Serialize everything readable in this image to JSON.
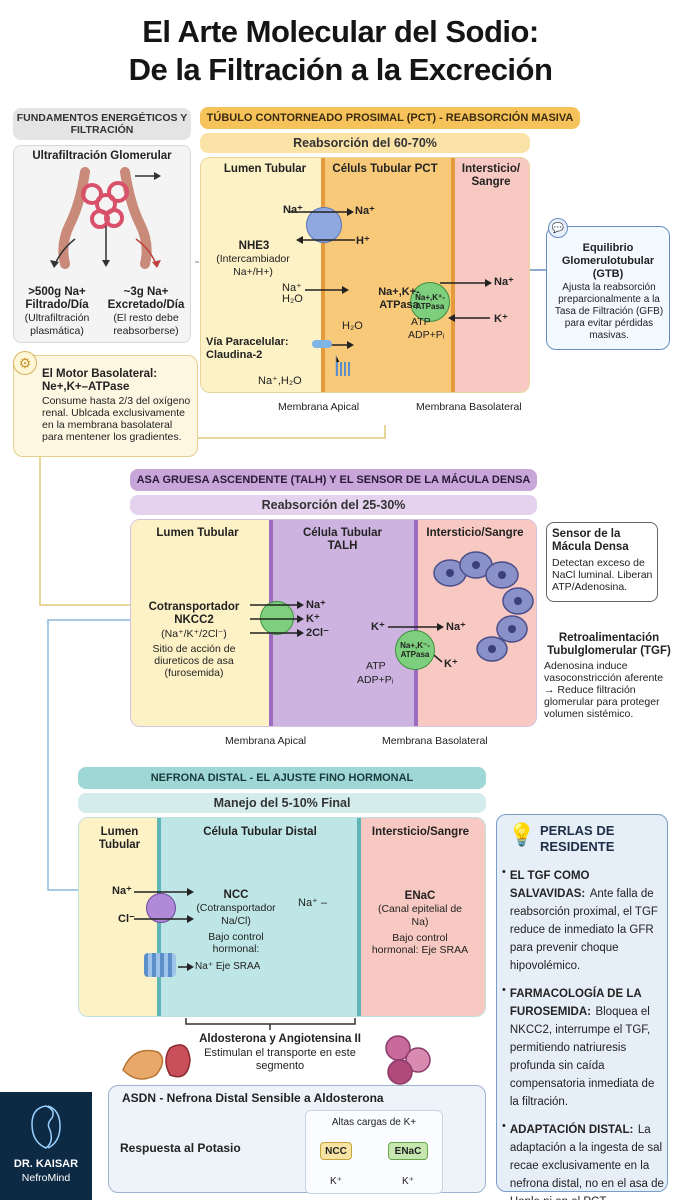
{
  "title": {
    "line1": "El Arte Molecular del Sodio:",
    "line2": "De la Filtración a la Excreción"
  },
  "fundamentos": {
    "header": "FUNDAMENTOS ENERGÉTICOS Y FILTRACIÓN",
    "ultra_title": "Ultrafiltración Glomerular",
    "filtrado_value": ">500g Na+ Filtrado/Día",
    "filtrado_note": "(Ultrafiltración plasmática)",
    "excretado_value": "~3g Na+ Excretado/Día",
    "excretado_note": "(El resto debe reabsorberse)"
  },
  "motor": {
    "title": "El Motor Basolateral: Ne+,K+–ATPase",
    "text": "Consume hasta 2/3 del oxígeno renal. Ublcada exclusivamente en la membrana basolateral para mentener los gradientes."
  },
  "pct": {
    "header": "TÚBULO CONTORNEADO PROSIMAL (PCT) - REABSORCIÓN MASIVA",
    "subheader": "Reabsorción del 60-70%",
    "col_lumen": "Lumen Tubular",
    "col_cell": "Céluls Tubular PCT",
    "col_inter": "Intersticio/ Sangre",
    "na_in": "Na⁺",
    "na_out": "Na⁺",
    "h_plus": "H⁺",
    "nhe3": "NHE3",
    "nhe3_desc": "(Intercambiador Na+/H+)",
    "na_h2o": "Na⁺",
    "h2o": "H₂O",
    "pump_label": "Na+,K+- ATPasa",
    "pump_circle": "Na+,K⁺- ATPasa",
    "na_pump_out": "Na⁺",
    "k_in": "K⁺",
    "atp": "ATP",
    "adp": "ADP+Pᵢ",
    "paracel_title": "Vía Paracelular: Claudina-2",
    "paracel_h2o": "H₂O",
    "na_h2o_bottom": "Na⁺,H₂O",
    "mem_apical": "Membrana Apical",
    "mem_baso": "Membrana Basolateral"
  },
  "gtb": {
    "title": "Equilibrio Glomerulotubular (GTB)",
    "text": "Ajusta la reabsorción preparcionalmente a la Tasa de Filtración (GFB) para evitar pérdidas masivas."
  },
  "talh": {
    "header": "ASA GRUESA ASCENDENTE (TALH) Y EL SENSOR DE LA MÁCULA DENSA",
    "subheader": "Reabsorción del 25-30%",
    "col_lumen": "Lumen Tubular",
    "col_cell": "Célula Tubular TALH",
    "col_inter": "Intersticio/Sangre",
    "cotrans": "Cotransportador NKCC2",
    "cotrans_ions": "(Na⁺/K⁺/2Cl⁻)",
    "cotrans_note": "Sitio de acción de diureticos de asa (furosemida)",
    "na": "Na⁺",
    "k": "K⁺",
    "cl": "2Cl⁻",
    "k_left": "K⁺",
    "na_right": "Na⁺",
    "k_in": "K⁺",
    "pump_circle": "Na+,K⁻- ATPasa",
    "atp": "ATP",
    "adp": "ADP+Pᵢ",
    "mem_apical": "Membrana Apical",
    "mem_baso": "Membrana Basolateral"
  },
  "macula": {
    "title": "Sensor de la Mácula Densa",
    "text": "Detectan exceso de NaCl luminal. Liberan ATP/Adenosina."
  },
  "tgf": {
    "title": "Retroalimentación Tubulglomerular (TGF)",
    "text": "Adenosina induce vasoconstricción aferente → Reduce filtración glomerular para proteger volumen sistémico."
  },
  "distal": {
    "header": "NEFRONA DISTAL - EL AJUSTE FINO HORMONAL",
    "subheader": "Manejo del 5-10% Final",
    "col_lumen": "Lumen Tubular",
    "col_cell": "Célula Tubular Distal",
    "col_inter": "Intersticio/Sangre",
    "na": "Na⁺",
    "cl": "Cl⁻",
    "ncc": "NCC",
    "ncc_desc": "(Cotransportador Na/Cl)",
    "control": "Bajo control hormonal:",
    "eje_channel": "Na⁺ Eje SRAA",
    "na_dash": "Na⁺ –",
    "enac": "ENaC",
    "enac_desc": "(Canal epitelial de Na)",
    "enac_control": "Bajo control hormonal: Eje SRAA",
    "aldo_title": "Aldosterona y Angiotensina II",
    "aldo_text": "Estimulan el transporte en este segmento"
  },
  "perlas": {
    "title": "PERLAS DE RESIDENTE",
    "items": [
      {
        "title": "EL TGF COMO SALVAVIDAS:",
        "text": "Ante falla de reabsorción proximal, el TGF reduce de inmediato la GFR para prevenir choque hipovolémico."
      },
      {
        "title": "FARMACOLOGÍA DE LA FUROSEMIDA:",
        "text": "Bloquea el NKCC2, interrumpe el TGF, permitiendo natriuresis profunda sin caída compensatoria inmediata de la filtración."
      },
      {
        "title": "ADAPTACIÓN DISTAL:",
        "text": "La adaptación a la ingesta de sal recae exclusivamente en la nefrona distal, no en el asa de Henle ni en el PCT."
      }
    ]
  },
  "asdn": {
    "title": "ASDN - Nefrona Distal Sensible a Aldosterona",
    "respuesta": "Respuesta al Potasio",
    "altas": "Altas cargas de K+",
    "ncc": "NCC",
    "enac": "ENaC",
    "k1": "K⁺",
    "k2": "K⁺"
  },
  "logo": {
    "name": "DR. KAISAR",
    "sub": "NefroMind"
  }
}
